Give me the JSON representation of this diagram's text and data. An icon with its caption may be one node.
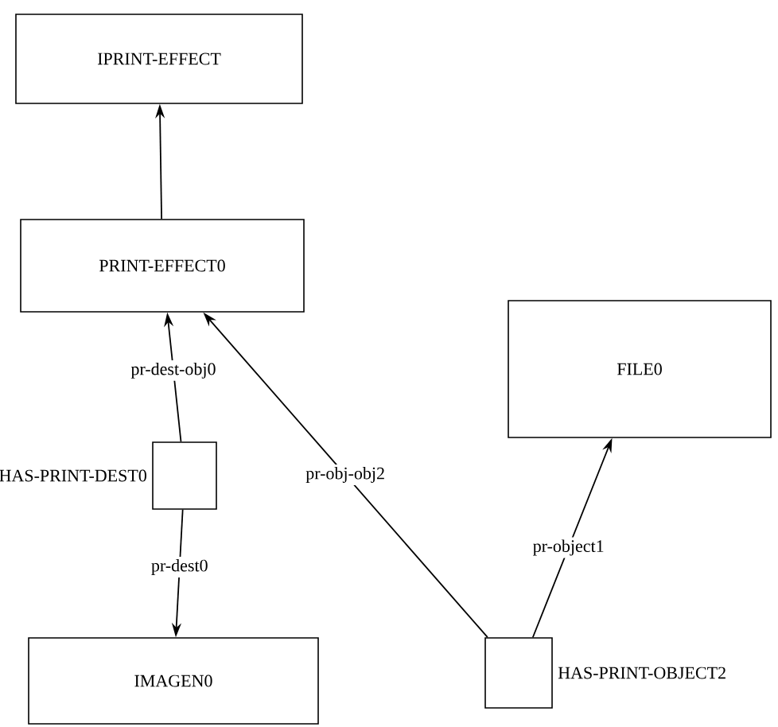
{
  "diagram": {
    "nodes": [
      {
        "text": [
          "IPRINT-EFFECT"
        ]
      },
      {
        "text": [
          "PRINT-EFFECT0"
        ]
      },
      {
        "text": [
          "FILE0"
        ]
      },
      {
        "text": [],
        "shape": "box",
        "beside": [
          "HAS-PRINT-DEST0"
        ]
      },
      {
        "text": [
          "IMAGEN0"
        ]
      },
      {
        "text": [],
        "shape": "box",
        "beside": [
          "HAS-PRINT-OBJECT2"
        ]
      }
    ],
    "edges": [
      {
        "from": 1,
        "to": 0,
        "arrow": "to"
      },
      {
        "from": 3,
        "to": 1,
        "arrow": "to",
        "label": "pr-dest-obj0"
      },
      {
        "from": 3,
        "to": 4,
        "arrow": "to",
        "label": "pr-dest0"
      },
      {
        "from": 5,
        "to": 1,
        "arrow": "to",
        "label": "pr-obj-obj2"
      },
      {
        "from": 5,
        "to": 2,
        "arrow": "to",
        "label": "pr-object1"
      }
    ]
  }
}
